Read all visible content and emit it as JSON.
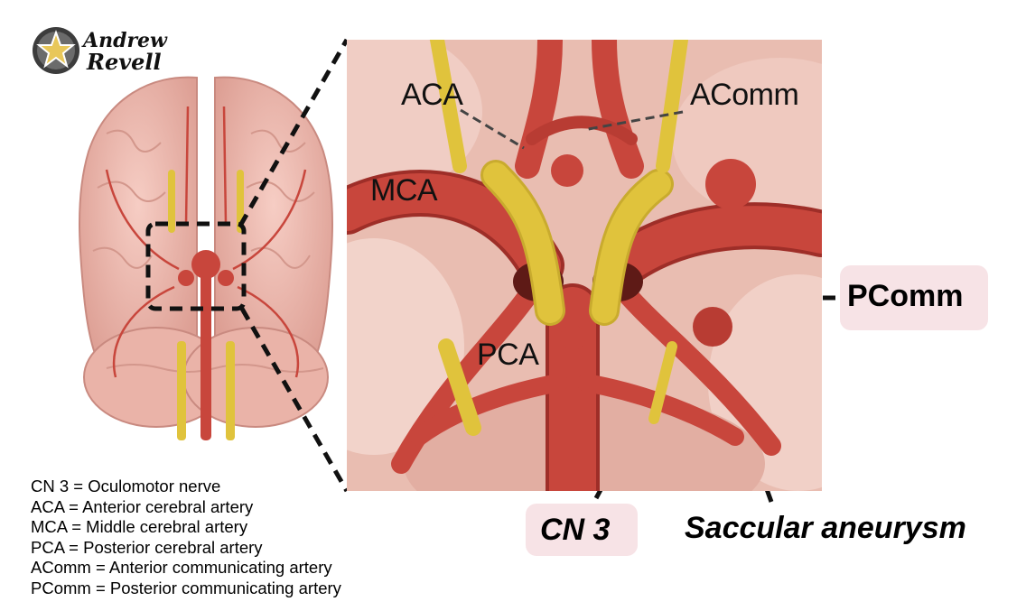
{
  "logo": {
    "line1": "Andrew",
    "line2": "Revell"
  },
  "labels": {
    "aca": "ACA",
    "acomm": "AComm",
    "mca": "MCA",
    "pca": "PCA",
    "pcomm": "PComm",
    "cn3": "CN 3",
    "aneurysm": "Saccular aneurysm"
  },
  "legend": {
    "items": [
      "CN 3 = Oculomotor nerve",
      "ACA = Anterior cerebral artery",
      "MCA = Middle cerebral artery",
      "PCA = Posterior cerebral artery",
      "AComm = Anterior communicating artery",
      "PComm = Posterior communicating artery"
    ]
  },
  "colors": {
    "artery": "#c8463c",
    "artery_dark": "#9e2e28",
    "nerve": "#e0c33c",
    "brain": "#f2c1b8",
    "brain_shadow": "#d99a90",
    "callout_bg": "#f7e3e6",
    "zoom_bg": "#e8b9ad"
  }
}
